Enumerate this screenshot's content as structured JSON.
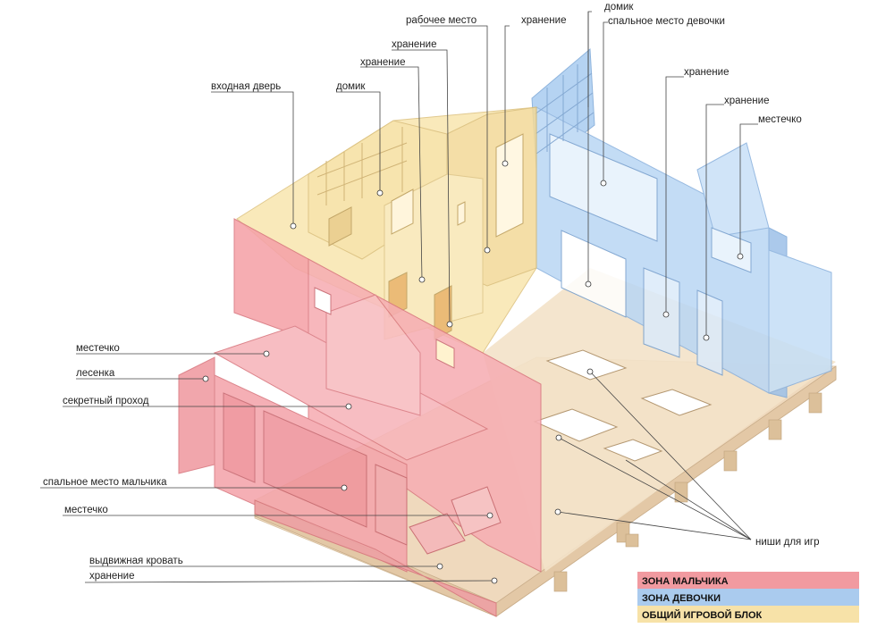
{
  "labels": {
    "workplace": "рабочее место",
    "storage_1": "хранение",
    "house_1": "домик",
    "girl_sleep": "спальное место девочки",
    "storage_2": "хранение",
    "storage_3": "хранение",
    "entry_door": "входная дверь",
    "house_2": "домик",
    "storage_4": "хранение",
    "storage_5": "хранение",
    "nook_1": "местечко",
    "nook_2": "местечко",
    "ladder": "лесенка",
    "secret_passage": "секретный проход",
    "boy_sleep": "спальное место мальчика",
    "nook_3": "местечко",
    "pullout_bed": "выдвижная кровать",
    "storage_6": "хранение",
    "play_niches": "ниши для игр"
  },
  "legend": [
    {
      "label": "ЗОНА МАЛЬЧИКА",
      "color": "#f19aa0"
    },
    {
      "label": "ЗОНА ДЕВОЧКИ",
      "color": "#aacbee"
    },
    {
      "label": "ОБЩИЙ ИГРОВОЙ БЛОК",
      "color": "#f7e2a8"
    }
  ],
  "colors": {
    "boy": "#f4a3a8",
    "girl": "#b5d3f2",
    "shared": "#f8e7b0",
    "floor": "#f1dcc0"
  }
}
